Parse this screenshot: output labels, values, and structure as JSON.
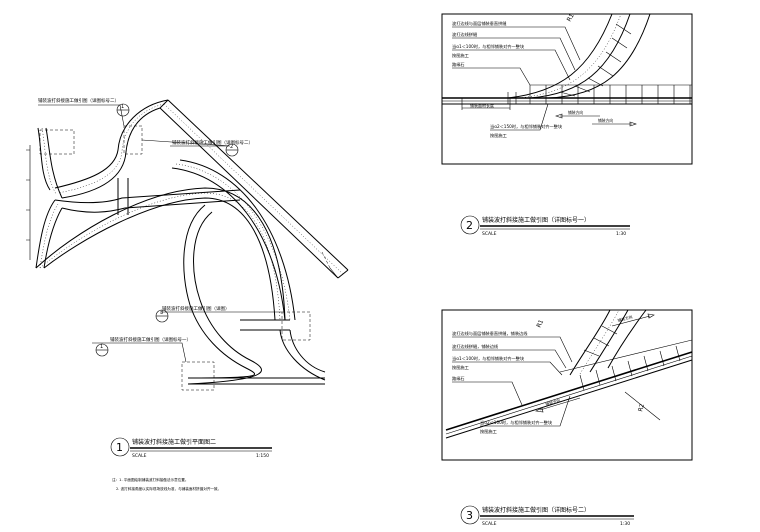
{
  "plan": {
    "callout_top_left": "铺装波打斜接施工做引图（详图标号二）",
    "callout_top_center": "铺装波打斜接施工做引图（详图标号二）",
    "callout_mid": "铺装波打斜接施工做引图（详图）",
    "callout_bottom": "铺装波打斜接施工做引图（详图标号一）",
    "marker_a": "1",
    "marker_b": "2",
    "marker_c": "3",
    "title_number": "1",
    "title": "铺装波打斜接施工做引平面图二",
    "scale_label": "SCALE",
    "scale_value": "1:150",
    "note_1": "注：1. 平面图绘制铺装波打斜接做法示意位置。",
    "note_2": "2. 波打斜接角度以实际现场放线为准，与铺装面材拼缝对齐一致。"
  },
  "detail2": {
    "label_1": "波打边线与面层铺装垂直拼缝",
    "label_2": "波打边线拼缝",
    "label_3": "当α1＜100时，与相邻铺装对齐一整块",
    "label_4": "按图施工",
    "label_5": "路缘石",
    "dim_label": "铺装面材长度",
    "label_6": "当α2＜150时，与相邻铺装对齐一整块",
    "label_7": "按图施工",
    "radius_label": "R1",
    "arrow_label_1": "铺装方向",
    "arrow_label_2": "铺装方向",
    "title_number": "2",
    "title": "铺装波打斜接施工做引图（详图标号一）",
    "scale_label": "SCALE",
    "scale_value": "1:30"
  },
  "detail3": {
    "label_1": "波打边线与面层铺装垂直拼缝，铺装边线",
    "label_2": "波打边线拼缝，铺装边线",
    "label_3": "当α1＜100时，与相邻铺装对齐一整块",
    "label_4": "按图施工",
    "label_5": "路缘石",
    "label_6": "当α2＜100时，与相邻铺装对齐一整块",
    "label_7": "按图施工",
    "radius_label_1": "R1",
    "radius_label_2": "R2",
    "arrow_label_1": "铺装方向",
    "arrow_label_2": "铺装方向",
    "title_number": "3",
    "title": "铺装波打斜接施工做引图（详图标号二）",
    "scale_label": "SCALE",
    "scale_value": "1:30"
  }
}
